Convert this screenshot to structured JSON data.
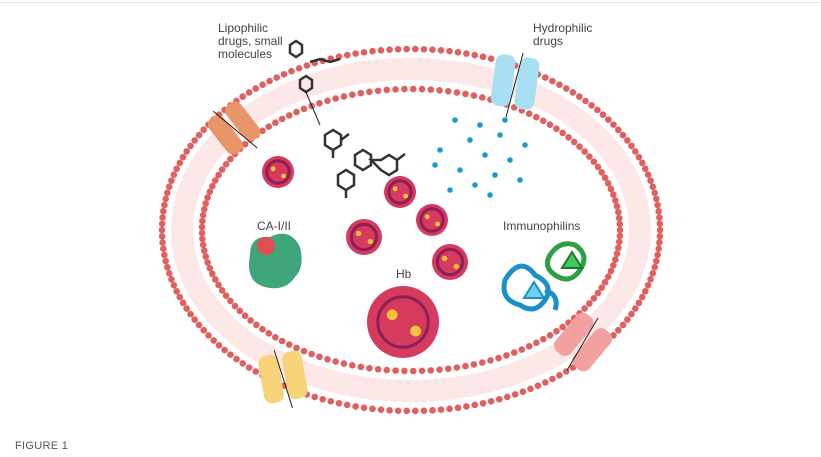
{
  "labels": {
    "lipophilic_line1": "Lipophilic",
    "lipophilic_line2": "drugs, small",
    "lipophilic_line3": "molecules",
    "hydrophilic_line1": "Hydrophilic",
    "hydrophilic_line2": "drugs",
    "ca": "CA-I/II",
    "hb": "Hb",
    "immunophilins": "Immunophilins"
  },
  "caption": "FIGURE 1",
  "colors": {
    "membrane": "#e06060",
    "channel_orange": "#e8956a",
    "channel_yellow": "#f7d47a",
    "channel_pink": "#f2a0a0",
    "channel_blue": "#a8dff2",
    "dots": "#1a9cc8",
    "ca": "#3fa57b",
    "hb": "#d63a5c",
    "immuno_blue": "#1a8fc9",
    "immuno_green": "#2ea043"
  }
}
